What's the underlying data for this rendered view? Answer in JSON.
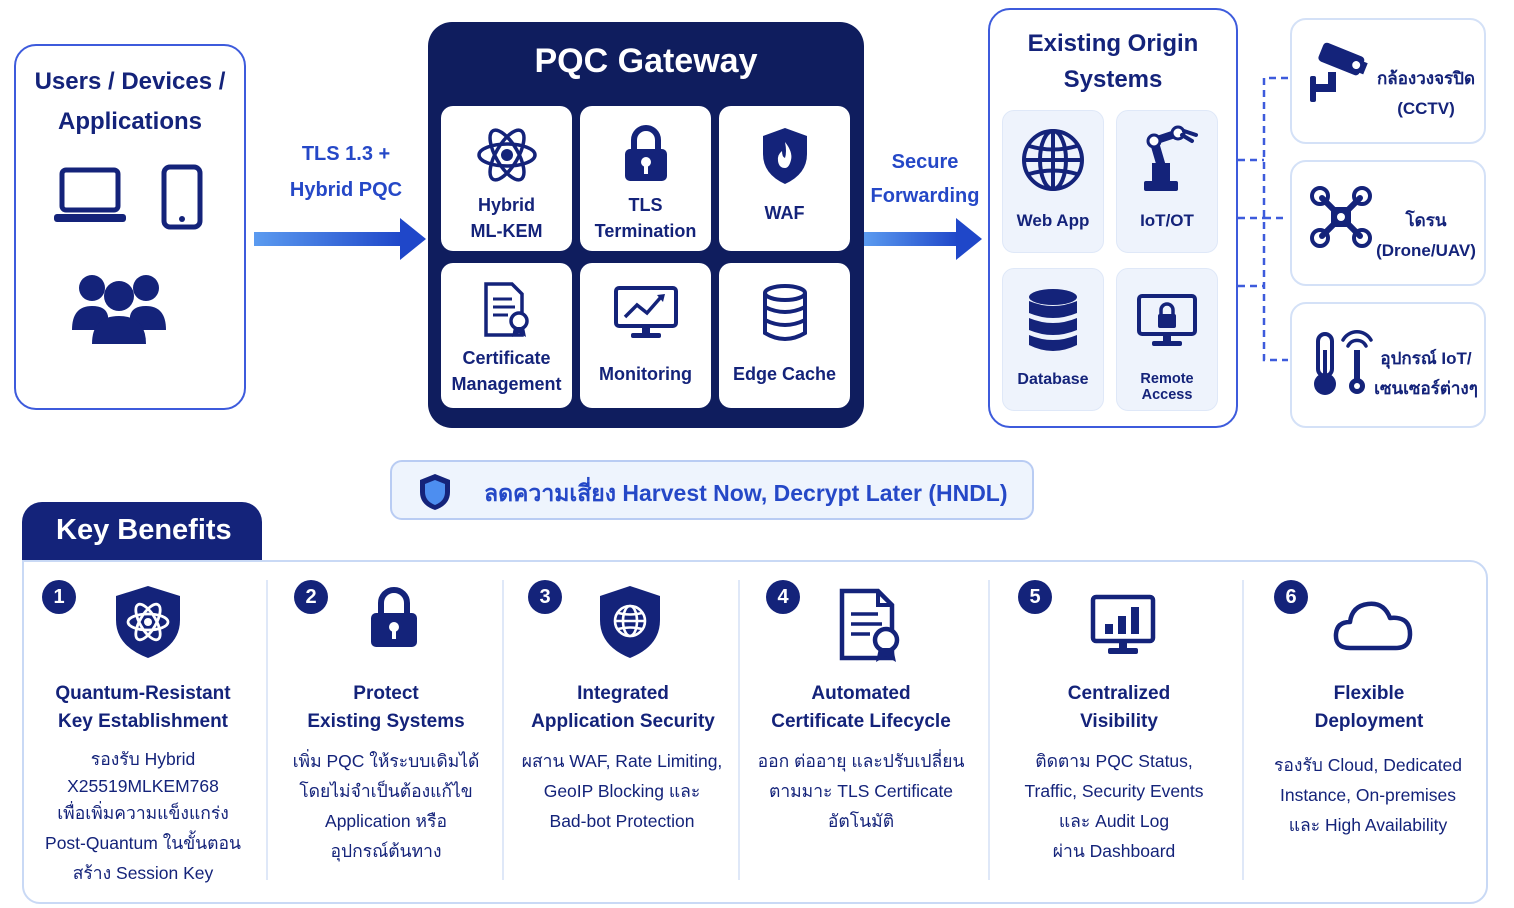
{
  "users": {
    "title_line1": "Users / Devices /",
    "title_line2": "Applications"
  },
  "arrow_in": {
    "line1": "TLS 1.3 +",
    "line2": "Hybrid PQC"
  },
  "gateway": {
    "title": "PQC Gateway",
    "tiles": [
      {
        "line1": "Hybrid",
        "line2": "ML-KEM",
        "icon": "atom-icon"
      },
      {
        "line1": "TLS",
        "line2": "Termination",
        "icon": "padlock-icon"
      },
      {
        "line1": "WAF",
        "line2": "",
        "icon": "shield-flame-icon"
      },
      {
        "line1": "Certificate",
        "line2": "Management",
        "icon": "certificate-icon"
      },
      {
        "line1": "Monitoring",
        "line2": "",
        "icon": "monitor-chart-icon"
      },
      {
        "line1": "Edge Cache",
        "line2": "",
        "icon": "database-icon"
      }
    ]
  },
  "arrow_out": {
    "line1": "Secure",
    "line2": "Forwarding"
  },
  "origin": {
    "title_line1": "Existing Origin",
    "title_line2": "Systems",
    "tiles": [
      {
        "label": "Web App",
        "icon": "globe-icon"
      },
      {
        "label": "IoT/OT",
        "icon": "robot-arm-icon"
      },
      {
        "label": "Database",
        "icon": "database-icon"
      },
      {
        "label": "Remote Access",
        "icon": "monitor-lock-icon"
      }
    ]
  },
  "devices": [
    {
      "line1": "กล้องวงจรปิด",
      "line2": "(CCTV)",
      "icon": "cctv-camera-icon"
    },
    {
      "line1": "โดรน",
      "line2": "(Drone/UAV)",
      "icon": "drone-icon"
    },
    {
      "line1": "อุปกรณ์ IoT/",
      "line2": "เซนเซอร์ต่างๆ",
      "icon": "thermometer-sensor-icon"
    }
  ],
  "banner": {
    "text": "ลดความเสี่ยง Harvest Now, Decrypt Later (HNDL)",
    "icon": "shield-icon"
  },
  "benefits_title": "Key Benefits",
  "benefits": [
    {
      "num": "1",
      "title1": "Quantum-Resistant",
      "title2": "Key Establishment",
      "desc": [
        "รองรับ Hybrid",
        "X25519MLKEM768",
        "เพื่อเพิ่มความแข็งแกร่ง",
        "Post-Quantum ในขั้นตอน",
        "สร้าง Session Key"
      ],
      "icon": "shield-atom-icon"
    },
    {
      "num": "2",
      "title1": "Protect",
      "title2": "Existing Systems",
      "desc": [
        "เพิ่ม PQC ให้ระบบเดิมได้",
        "โดยไม่จำเป็นต้องแก้ไข",
        "Application หรือ",
        "อุปกรณ์ต้นทาง"
      ],
      "icon": "padlock-icon"
    },
    {
      "num": "3",
      "title1": "Integrated",
      "title2": "Application Security",
      "desc": [
        "ผสาน WAF, Rate Limiting,",
        "GeoIP Blocking และ",
        "Bad-bot Protection"
      ],
      "icon": "shield-globe-icon"
    },
    {
      "num": "4",
      "title1": "Automated",
      "title2": "Certificate Lifecycle",
      "desc": [
        "ออก ต่ออายุ และปรับเปลี่ยน",
        "ตามมาะ TLS Certificate",
        "อัตโนมัติ"
      ],
      "icon": "certificate-icon"
    },
    {
      "num": "5",
      "title1": "Centralized",
      "title2": "Visibility",
      "desc": [
        "ติดตาม PQC Status,",
        "Traffic, Security Events",
        "และ Audit Log",
        "ผ่าน Dashboard"
      ],
      "icon": "monitor-bar-chart-icon"
    },
    {
      "num": "6",
      "title1": "Flexible",
      "title2": "Deployment",
      "desc": [
        "รองรับ Cloud, Dedicated",
        "Instance, On-premises",
        "และ High Availability"
      ],
      "icon": "cloud-icon"
    }
  ],
  "colors": {
    "navy": "#14237a",
    "accent": "#2548c7",
    "border": "#3d5bdc"
  }
}
